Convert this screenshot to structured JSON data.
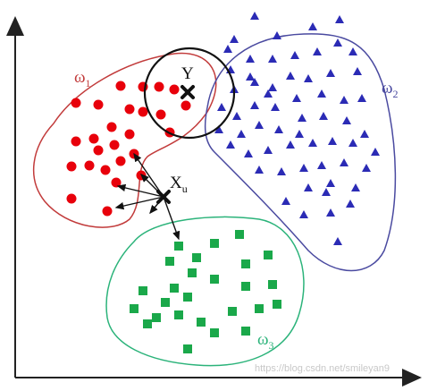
{
  "labels": {
    "w1": "ω",
    "w1_sub": "1",
    "w2": "ω",
    "w2_sub": "2",
    "w3": "ω",
    "w3_sub": "3",
    "y": "Y",
    "xu": "X",
    "xu_sub": "u"
  },
  "watermark": "https://blog.csdn.net/smileyan9",
  "colors": {
    "class1": "#e8000b",
    "class1_outline": "#c23b3b",
    "class2": "#2b2bb5",
    "class2_outline": "#4a4aa0",
    "class3": "#1aa84a",
    "class3_outline": "#2bb37a",
    "marker": "#111111",
    "axis": "#222222"
  },
  "icons": {
    "class1_marker": "circle",
    "class2_marker": "triangle",
    "class3_marker": "square",
    "query_marker": "cross"
  }
}
